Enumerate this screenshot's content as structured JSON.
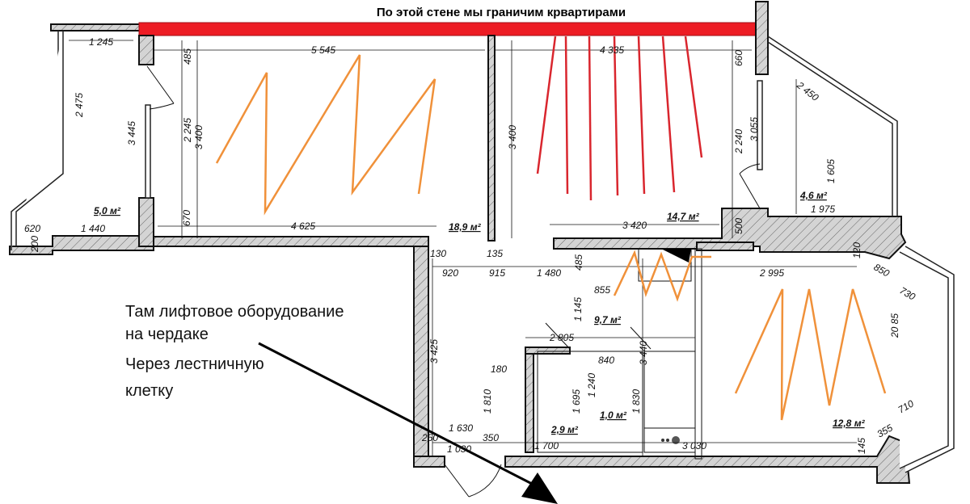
{
  "title": "По этой стене мы граничим крвартирами",
  "notes": [
    "Там лифтовое оборудование",
    "на чердаке",
    "Через лестничную",
    "клетку"
  ],
  "areas": [
    "5,0 м²",
    "18,9 м²",
    "14,7 м²",
    "4,6 м²",
    "9,7 м²",
    "2,9 м²",
    "1,0 м²",
    "12,8 м²"
  ],
  "dims": [
    "1 245",
    "5 545",
    "4 335",
    "485",
    "660",
    "2 475",
    "3 445",
    "2 245",
    "3 400",
    "3 400",
    "2 240",
    "3 055",
    "2 450",
    "1 605",
    "670",
    "620",
    "1 440",
    "4 625",
    "3 420",
    "500",
    "1 975",
    "130",
    "135",
    "920",
    "915",
    "1 480",
    "485",
    "2 995",
    "120",
    "850",
    "730",
    "855",
    "1 145",
    "2 805",
    "3 425",
    "3 440",
    "20 85",
    "840",
    "180",
    "1 810",
    "1 695",
    "1 240",
    "1 830",
    "1 630",
    "250",
    "350",
    "1 030",
    "1 700",
    "3 030",
    "355",
    "710",
    "145",
    "200"
  ],
  "colors": {
    "shared_wall": "#ed1c24",
    "marks_orange": "#f0913a",
    "marks_red": "#d9262e",
    "wall_fill": "#d4d4d4"
  }
}
